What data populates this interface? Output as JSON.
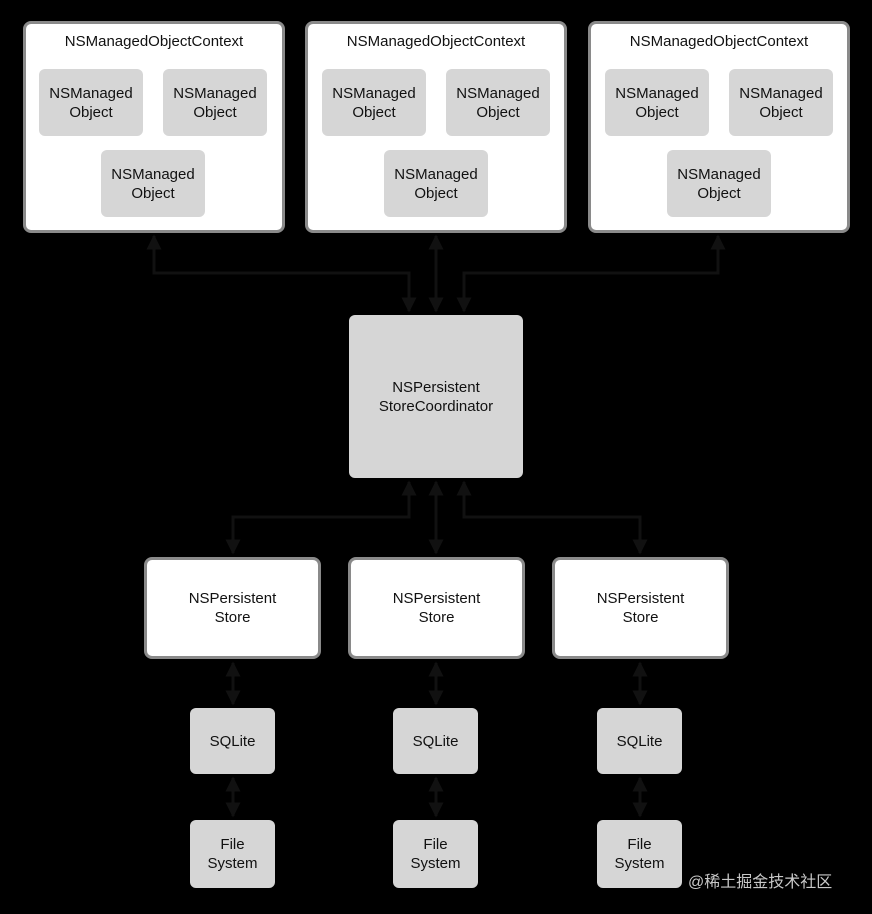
{
  "contexts": [
    {
      "title": "NSManagedObjectContext",
      "objects": [
        "NSManaged\nObject",
        "NSManaged\nObject",
        "NSManaged\nObject"
      ]
    },
    {
      "title": "NSManagedObjectContext",
      "objects": [
        "NSManaged\nObject",
        "NSManaged\nObject",
        "NSManaged\nObject"
      ]
    },
    {
      "title": "NSManagedObjectContext",
      "objects": [
        "NSManaged\nObject",
        "NSManaged\nObject",
        "NSManaged\nObject"
      ]
    }
  ],
  "coordinator": {
    "label": "NSPersistent\nStoreCoordinator"
  },
  "stores": [
    {
      "label": "NSPersistent\nStore",
      "sqlite": "SQLite",
      "filesystem": "File\nSystem"
    },
    {
      "label": "NSPersistent\nStore",
      "sqlite": "SQLite",
      "filesystem": "File\nSystem"
    },
    {
      "label": "NSPersistent\nStore",
      "sqlite": "SQLite",
      "filesystem": "File\nSystem"
    }
  ],
  "watermark": "@稀土掘金技术社区",
  "colors": {
    "border": "#8a8a8a",
    "fill": "#d6d6d6",
    "background": "#ffffff",
    "frame": "#000000"
  }
}
